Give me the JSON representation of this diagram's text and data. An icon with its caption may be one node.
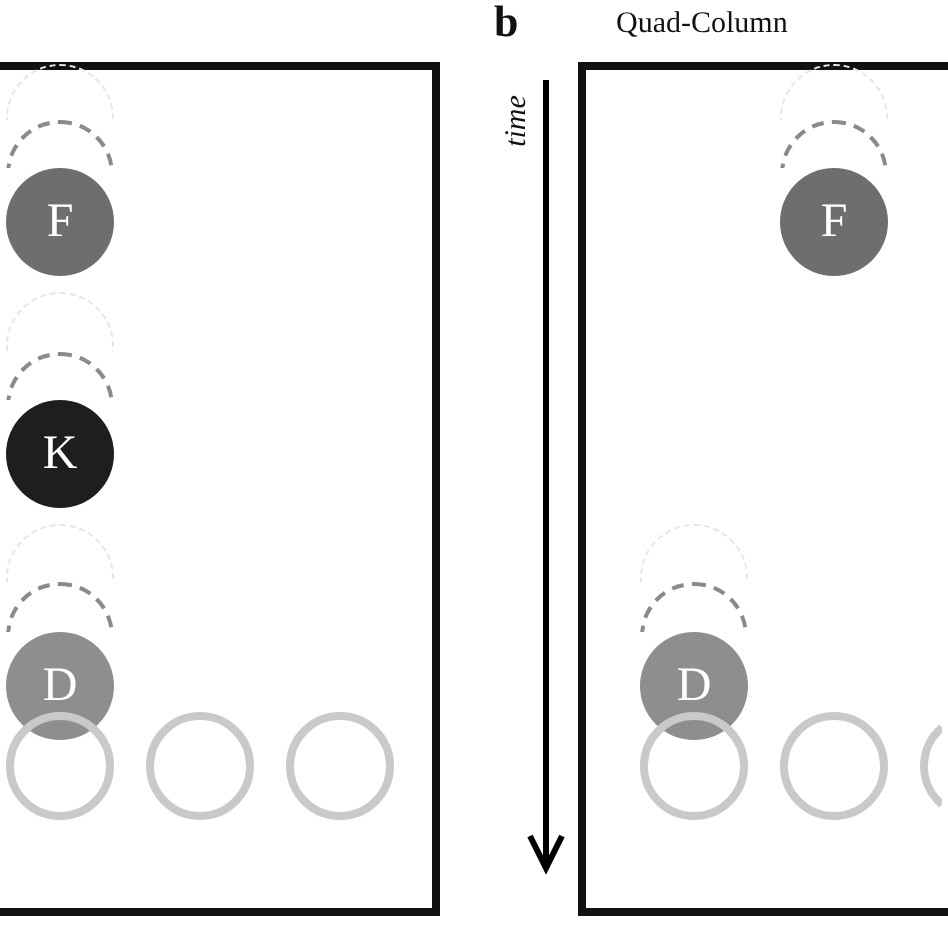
{
  "diagram": {
    "nodes": [
      {
        "text": [],
        "shape": "box"
      },
      {
        "text": [],
        "shape": "circle",
        "in": 0
      },
      {
        "text": [],
        "shape": "circle",
        "in": 0
      },
      {
        "text": [
          "F"
        ],
        "in": 0
      },
      {
        "text": [],
        "shape": "circle",
        "in": 0
      },
      {
        "text": [],
        "shape": "circle",
        "in": 0
      },
      {
        "text": [
          "K"
        ],
        "in": 0
      },
      {
        "text": [],
        "shape": "circle",
        "in": 0
      },
      {
        "text": [],
        "shape": "circle",
        "in": 0
      },
      {
        "text": [
          "D"
        ],
        "in": 0
      },
      {
        "text": [],
        "shape": "circle",
        "in": 0
      },
      {
        "text": [],
        "shape": "circle",
        "in": 0
      },
      {
        "text": [],
        "shape": "circle",
        "in": 0
      },
      {
        "text": [],
        "shape": "box"
      },
      {
        "text": [],
        "shape": "circle",
        "in": 13
      },
      {
        "text": [],
        "shape": "circle",
        "in": 13
      },
      {
        "text": [
          "F"
        ],
        "in": 13
      },
      {
        "text": [],
        "shape": "circle",
        "in": 13
      },
      {
        "text": [],
        "shape": "circle",
        "in": 13
      },
      {
        "text": [
          "D"
        ],
        "in": 13
      },
      {
        "text": [],
        "shape": "circle",
        "in": 13
      },
      {
        "text": [],
        "shape": "circle",
        "in": 13
      },
      {
        "text": [],
        "shape": "circle",
        "in": 13
      }
    ],
    "labels": [
      "b",
      "Quad-Column",
      "time"
    ]
  }
}
